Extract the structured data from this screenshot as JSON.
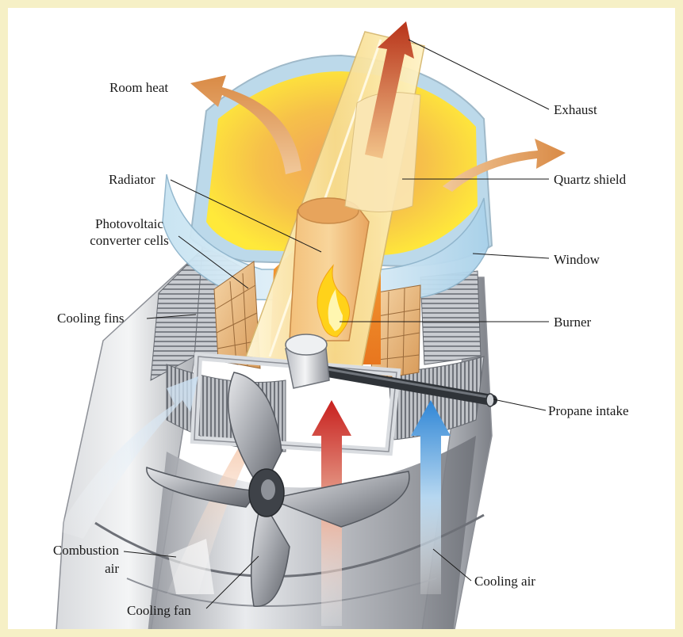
{
  "labels": {
    "room_heat": "Room heat",
    "exhaust": "Exhaust",
    "radiator": "Radiator",
    "quartz_shield": "Quartz shield",
    "photovoltaic_line1": "Photovoltaic",
    "photovoltaic_line2": "converter cells",
    "window": "Window",
    "cooling_fins": "Cooling fins",
    "burner": "Burner",
    "propane_intake": "Propane intake",
    "combustion_air_line1": "Combustion",
    "combustion_air_line2": "air",
    "cooling_air": "Cooling air",
    "cooling_fan": "Cooling fan"
  },
  "colors": {
    "page_border": "#f6f0c6",
    "background": "#ffffff",
    "flame": "#ffd21a",
    "heat_arrow": "#d98a45",
    "exhaust_arrow": "#b8331a",
    "hot_air_arrow": "#c8201e",
    "cool_air_arrow": "#2f86d6",
    "metal": "#b9bcc2"
  }
}
